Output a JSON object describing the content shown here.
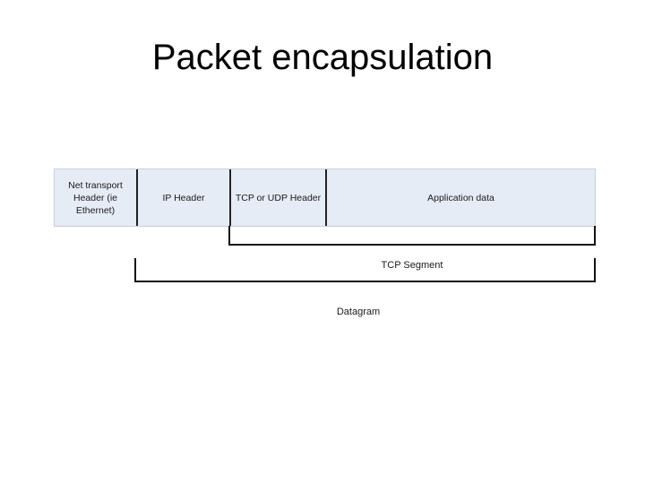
{
  "slide": {
    "title": "Packet encapsulation",
    "background_color": "#ffffff"
  },
  "diagram": {
    "type": "packet-encapsulation",
    "field_fill_color": "#e6ecf6",
    "field_border_color": "#222222",
    "bracket_color": "#111111",
    "fields": [
      {
        "id": "net-transport",
        "label": "Net transport Header (ie Ethernet)"
      },
      {
        "id": "ip-header",
        "label": "IP Header"
      },
      {
        "id": "tcp-udp-header",
        "label": "TCP or UDP Header"
      },
      {
        "id": "application-data",
        "label": "Application data"
      }
    ],
    "brackets": [
      {
        "id": "tcp-segment",
        "label": "TCP Segment",
        "spans_fields": [
          "tcp-udp-header",
          "application-data"
        ]
      },
      {
        "id": "datagram",
        "label": "Datagram",
        "spans_fields": [
          "ip-header",
          "tcp-udp-header",
          "application-data"
        ]
      }
    ]
  }
}
